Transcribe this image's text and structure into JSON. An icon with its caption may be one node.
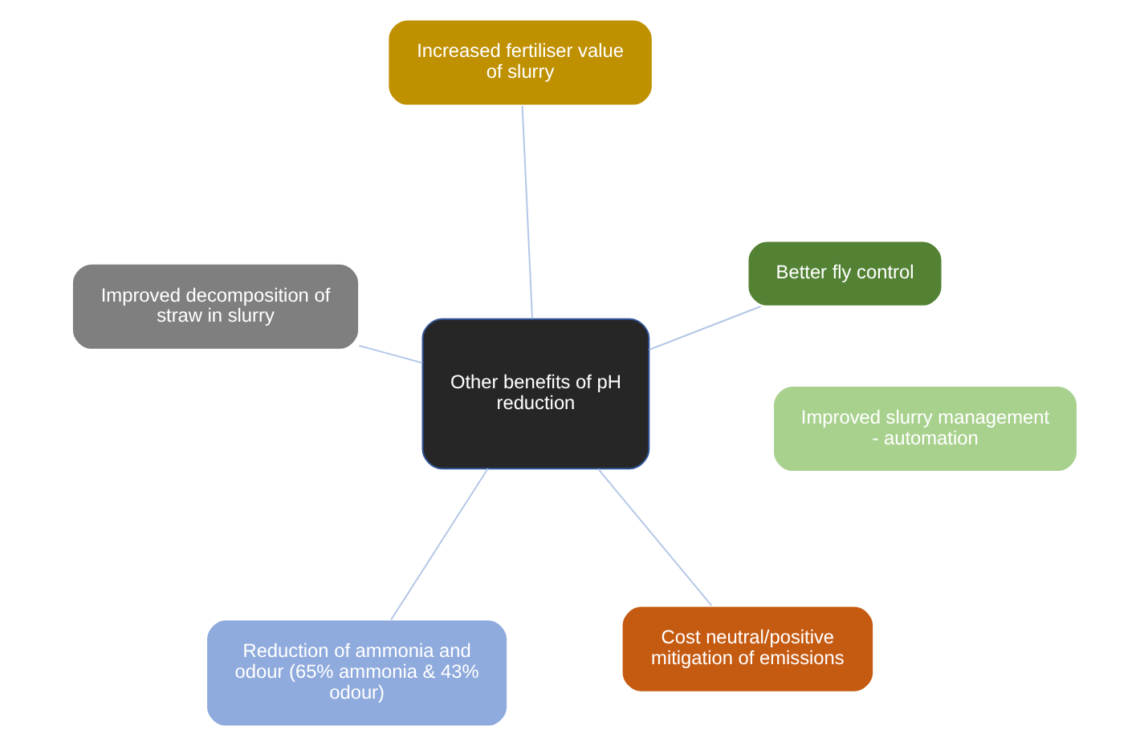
{
  "diagram": {
    "nodes": [
      {
        "text": [
          "Other benefits of pH reduction"
        ]
      },
      {
        "text": [
          "Improved slurry management - automation"
        ]
      },
      {
        "text": [
          "Cost neutral/positive mitigation of emissions"
        ]
      },
      {
        "text": [
          "Reduction of ammonia and odour (65% ammonia & 43% odour)"
        ]
      },
      {
        "text": [
          "Improved decomposition of straw in slurry"
        ]
      },
      {
        "text": [
          "Better fly control"
        ]
      },
      {
        "text": [
          "Increased fertiliser value of slurry"
        ]
      }
    ],
    "edges": [
      {
        "from": 0,
        "to": 2,
        "arrow": "none"
      },
      {
        "from": 0,
        "to": 3,
        "arrow": "none"
      },
      {
        "from": 0,
        "to": 4,
        "arrow": "none"
      },
      {
        "from": 0,
        "to": 5,
        "arrow": "none"
      },
      {
        "from": 0,
        "to": 6,
        "arrow": "none"
      }
    ]
  }
}
